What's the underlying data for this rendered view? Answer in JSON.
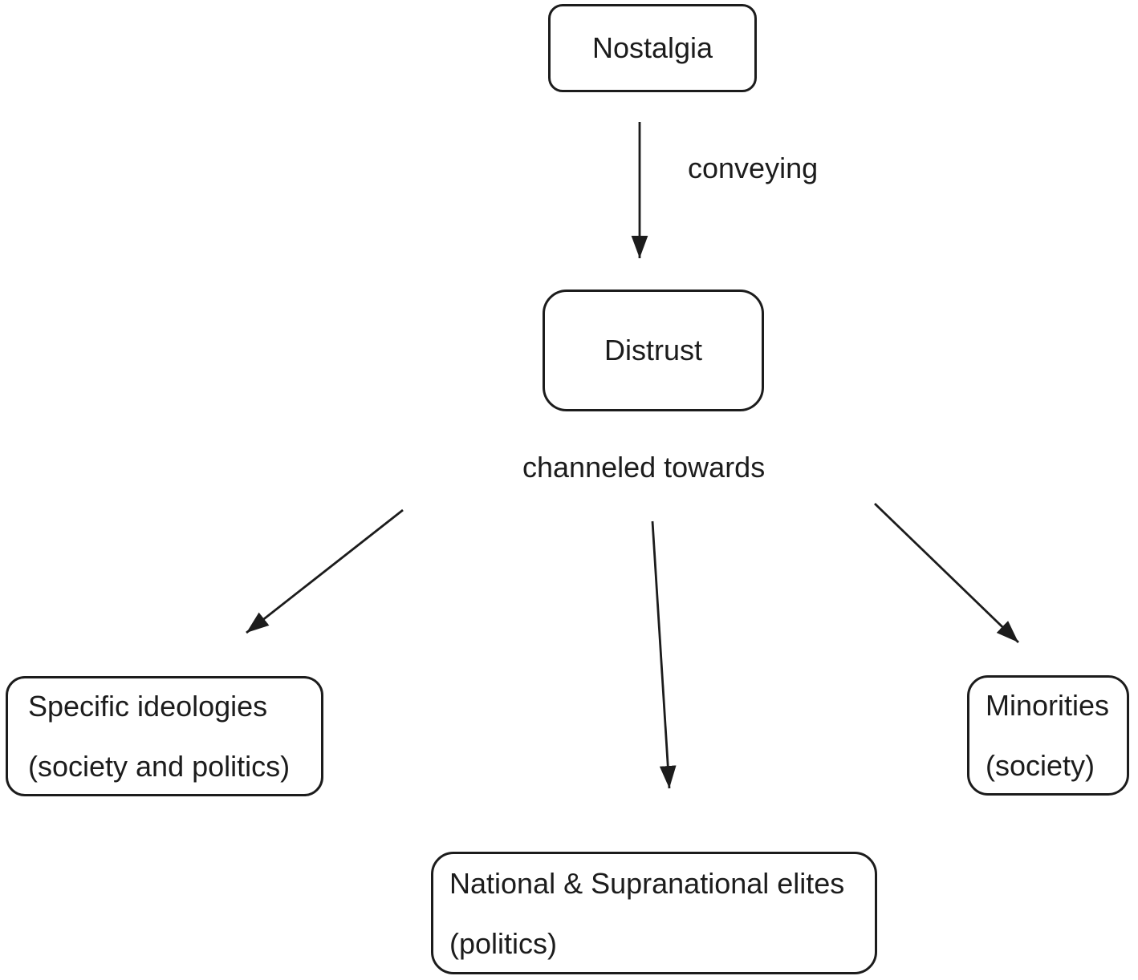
{
  "diagram": {
    "title": "Nostalgia distrust flow diagram",
    "colors": {
      "background": "#ffffff",
      "line": "#1c1c1c",
      "text": "#1c1c1c"
    },
    "nodes": {
      "nostalgia": {
        "label": "Nostalgia"
      },
      "distrust": {
        "label": "Distrust"
      },
      "specific_ideologies": {
        "line1": "Specific ideologies",
        "line2": "(society and politics)"
      },
      "elites": {
        "line1": "National & Supranational elites",
        "line2": "(politics)"
      },
      "minorities": {
        "line1": "Minorities",
        "line2": "(society)"
      }
    },
    "edges": {
      "nostalgia_to_distrust": {
        "label": "conveying"
      },
      "distrust_fanout": {
        "label": "channeled towards"
      }
    }
  }
}
